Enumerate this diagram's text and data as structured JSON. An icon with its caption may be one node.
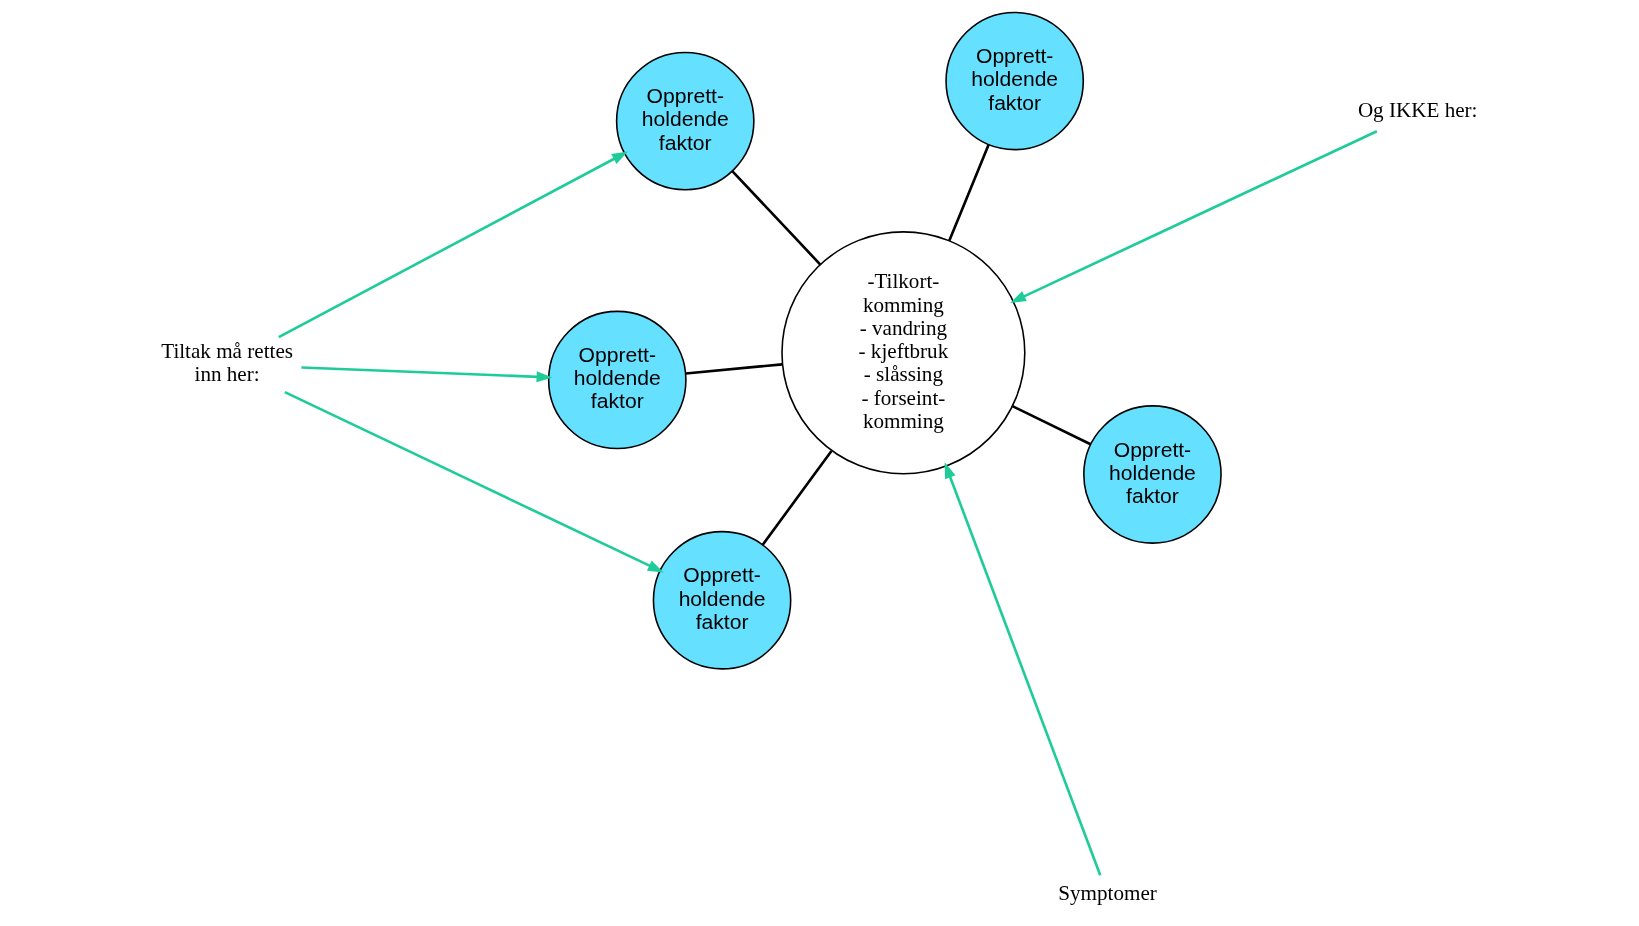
{
  "diagram": {
    "nodes": [
      {
        "text": [
          "Tiltak må rettes inn her:"
        ]
      },
      {
        "text": [
          "Og IKKE her:"
        ]
      },
      {
        "text": [
          "Opprett- holdende faktor"
        ]
      },
      {
        "text": [
          "Opprett- holdende faktor"
        ]
      },
      {
        "text": [
          "-Tilkort- komming - vandring - kjeftbruk - slåssing - forseint- komming"
        ]
      },
      {
        "text": [
          "Opprett- holdende faktor"
        ]
      },
      {
        "text": [
          "Opprett- holdende faktor"
        ]
      },
      {
        "text": [
          "Opprett- holdende faktor"
        ]
      },
      {
        "text": [
          "Symptomer"
        ]
      }
    ],
    "edges": [
      {
        "from": 0,
        "to": 2,
        "arrow": "to",
        "color": "#1fcc99"
      },
      {
        "from": 0,
        "to": 3,
        "arrow": "to",
        "color": "#1fcc99"
      },
      {
        "from": 0,
        "to": 6,
        "arrow": "to",
        "color": "#1fcc99"
      },
      {
        "from": 1,
        "to": 4,
        "arrow": "to",
        "color": "#1fcc99"
      },
      {
        "from": 8,
        "to": 4,
        "arrow": "to",
        "color": "#1fcc99"
      },
      {
        "from": 2,
        "to": 4,
        "arrow": "none",
        "color": "#000000"
      },
      {
        "from": 3,
        "to": 4,
        "arrow": "none",
        "color": "#000000"
      },
      {
        "from": 5,
        "to": 4,
        "arrow": "none",
        "color": "#000000"
      },
      {
        "from": 6,
        "to": 4,
        "arrow": "none",
        "color": "#000000"
      },
      {
        "from": 7,
        "to": 4,
        "arrow": "none",
        "color": "#000000"
      }
    ]
  }
}
